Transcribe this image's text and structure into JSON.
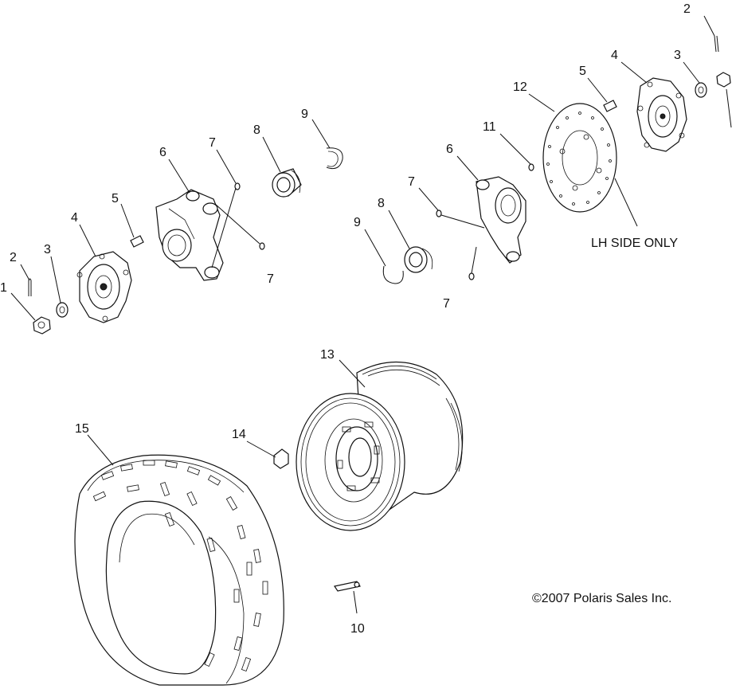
{
  "callouts": {
    "c1": "1",
    "c2a": "2",
    "c3a": "3",
    "c4a": "4",
    "c5a": "5",
    "c6a": "6",
    "c7a": "7",
    "c7b": "7",
    "c8a": "8",
    "c9a": "9",
    "c6b": "6",
    "c7c": "7",
    "c7d": "7",
    "c8b": "8",
    "c9b": "9",
    "c11": "11",
    "c12": "12",
    "c5b": "5",
    "c4b": "4",
    "c3b": "3",
    "c2b": "2",
    "c13": "13",
    "c14": "14",
    "c15": "15",
    "c10": "10"
  },
  "notes": {
    "side_only": "LH SIDE ONLY",
    "copyright": "©2007 Polaris Sales Inc."
  }
}
